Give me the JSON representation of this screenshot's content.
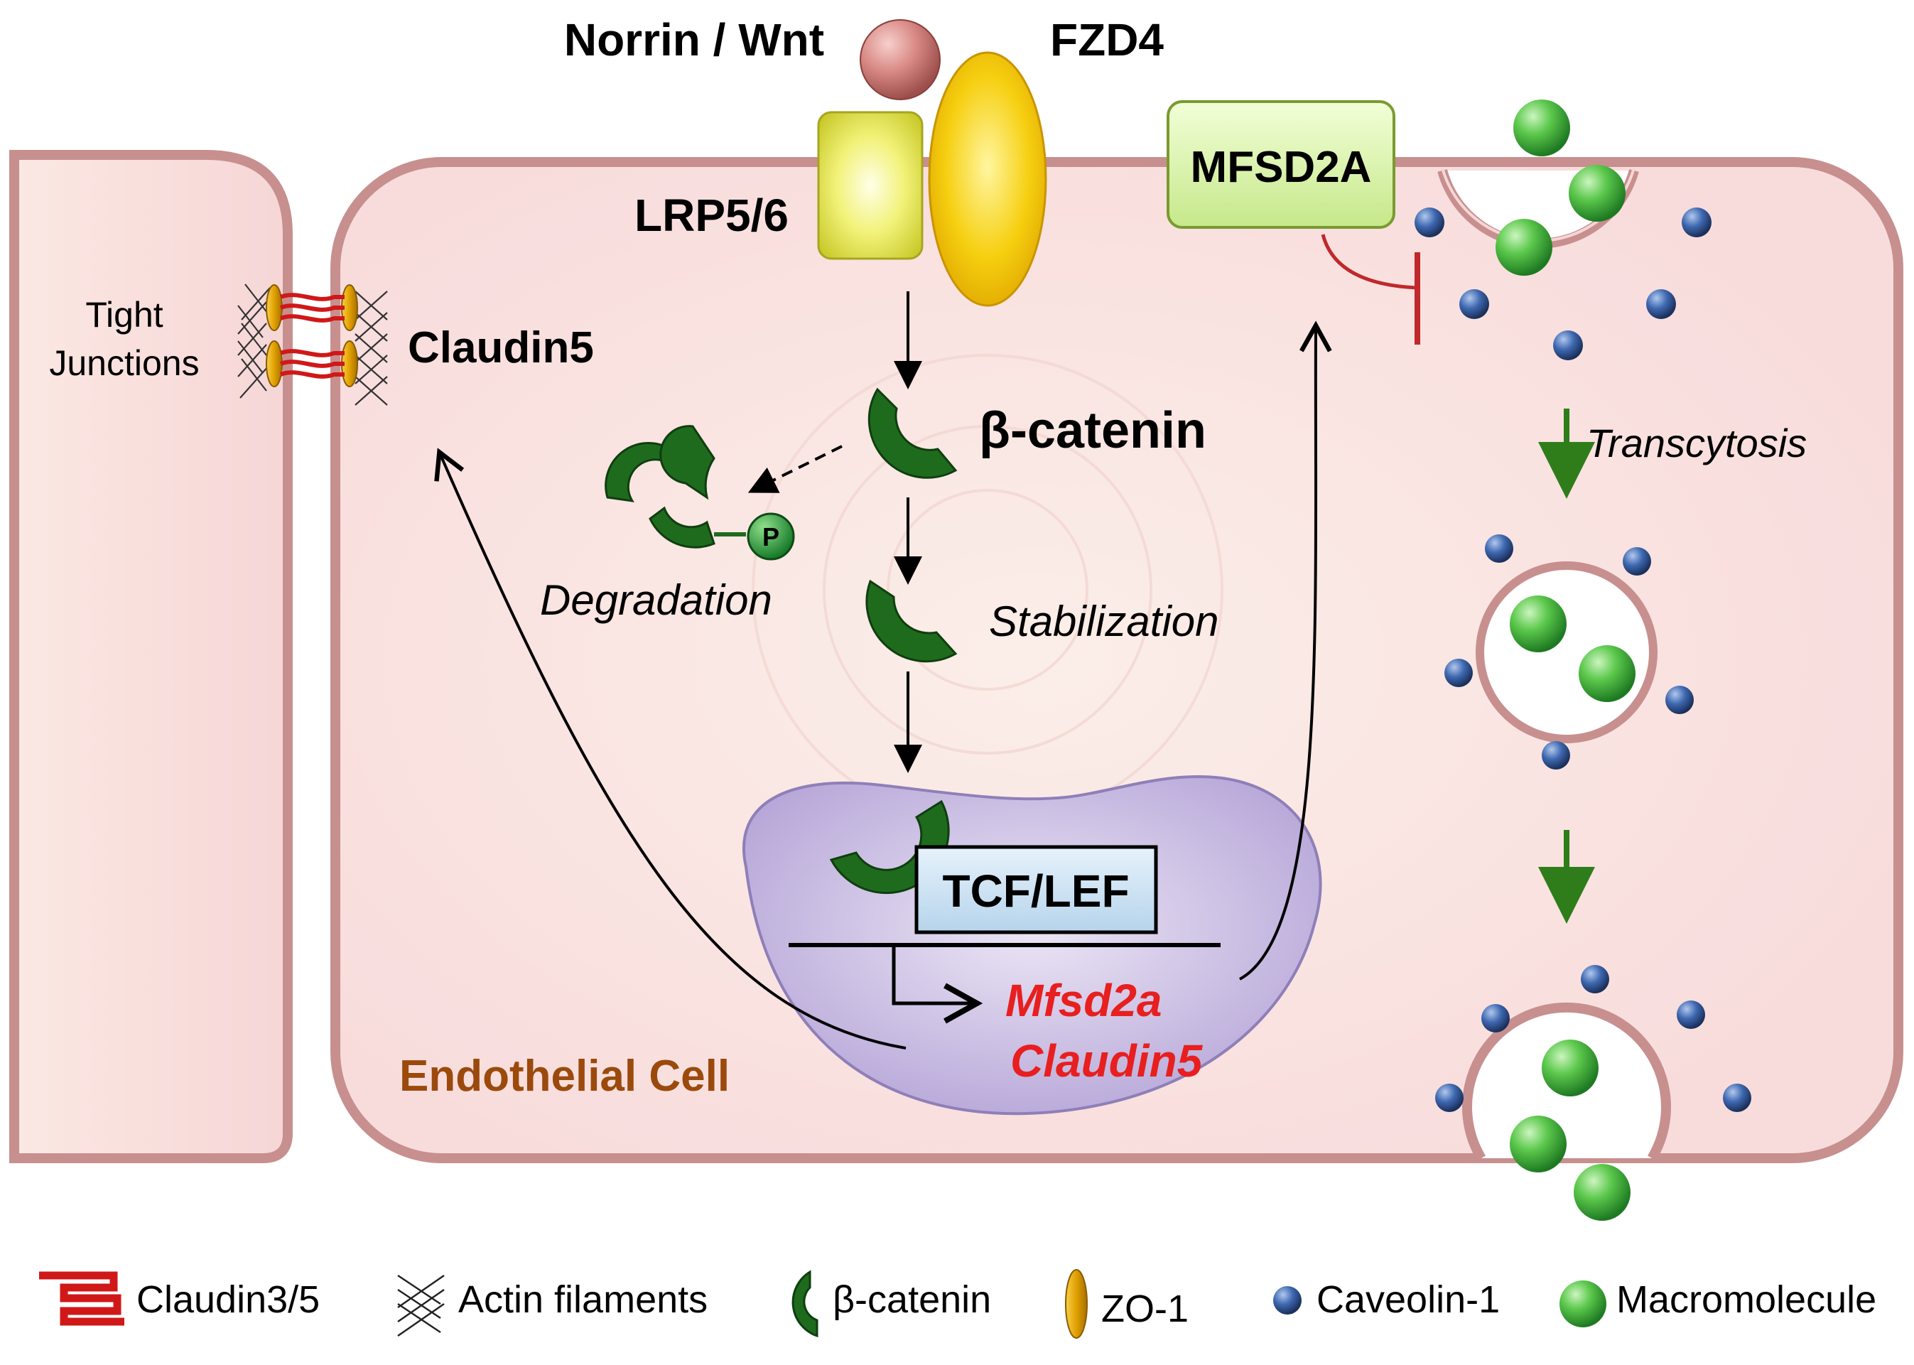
{
  "labels": {
    "ligand": "Norrin / Wnt",
    "receptor": "FZD4",
    "coreceptor": "LRP5/6",
    "transporter": "MFSD2A",
    "tight_junctions_line1": "Tight",
    "tight_junctions_line2": "Junctions",
    "claudin5": "Claudin5",
    "beta_catenin": "β-catenin",
    "phospho": "P",
    "degradation": "Degradation",
    "stabilization": "Stabilization",
    "transcytosis": "Transcytosis",
    "tcf_lef": "TCF/LEF",
    "gene1": "Mfsd2a",
    "gene2": "Claudin5",
    "cell": "Endothelial Cell"
  },
  "legend": [
    {
      "icon": "claudin-icon",
      "label": "Claudin3/5"
    },
    {
      "icon": "actin-icon",
      "label": "Actin filaments"
    },
    {
      "icon": "beta-catenin-icon",
      "label": "β-catenin"
    },
    {
      "icon": "zo1-icon",
      "label": "ZO-1"
    },
    {
      "icon": "caveolin-icon",
      "label": "Caveolin-1"
    },
    {
      "icon": "macromolecule-icon",
      "label": "Macromolecule"
    }
  ],
  "colors": {
    "cell_fill": "#f9dedd",
    "membrane": "#c88f8f",
    "nucleus": "#cbbfe3",
    "beta_catenin": "#1e6b1e",
    "gene_text": "#e81f1f",
    "cell_label": "#9b4a0c",
    "inhibition": "#c0282b",
    "transcytosis_arrow": "#2e7d1a",
    "fzd4": "#f4c400",
    "lrp": "#e8e84a",
    "mfsd2a": "#d8f0a0",
    "caveolin": "#2e5a99",
    "macromolecule": "#4cb84c"
  }
}
